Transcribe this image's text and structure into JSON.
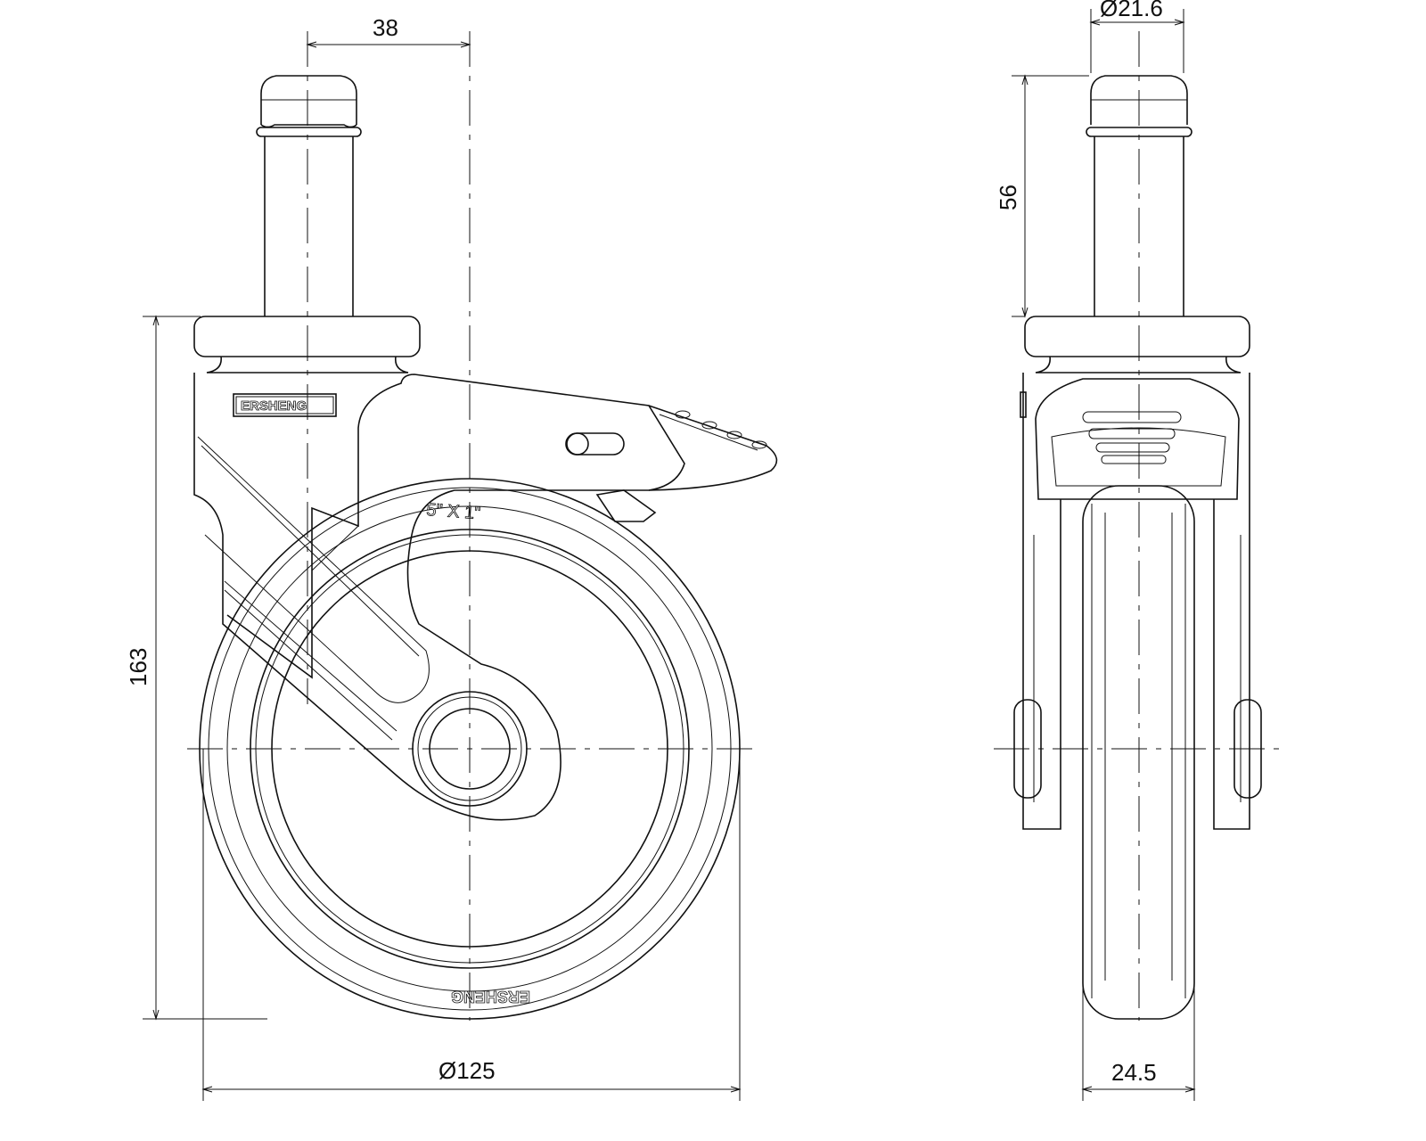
{
  "drawing": {
    "brand": "ERSHENG",
    "wheel_size_marking": "5\" X 1\"",
    "tire_marking": "ERSHENG"
  },
  "dimensions": {
    "stem_offset": "38",
    "stem_diameter": "Ø21.6",
    "stem_length": "56",
    "overall_height": "163",
    "wheel_diameter": "Ø125",
    "wheel_width": "24.5"
  }
}
